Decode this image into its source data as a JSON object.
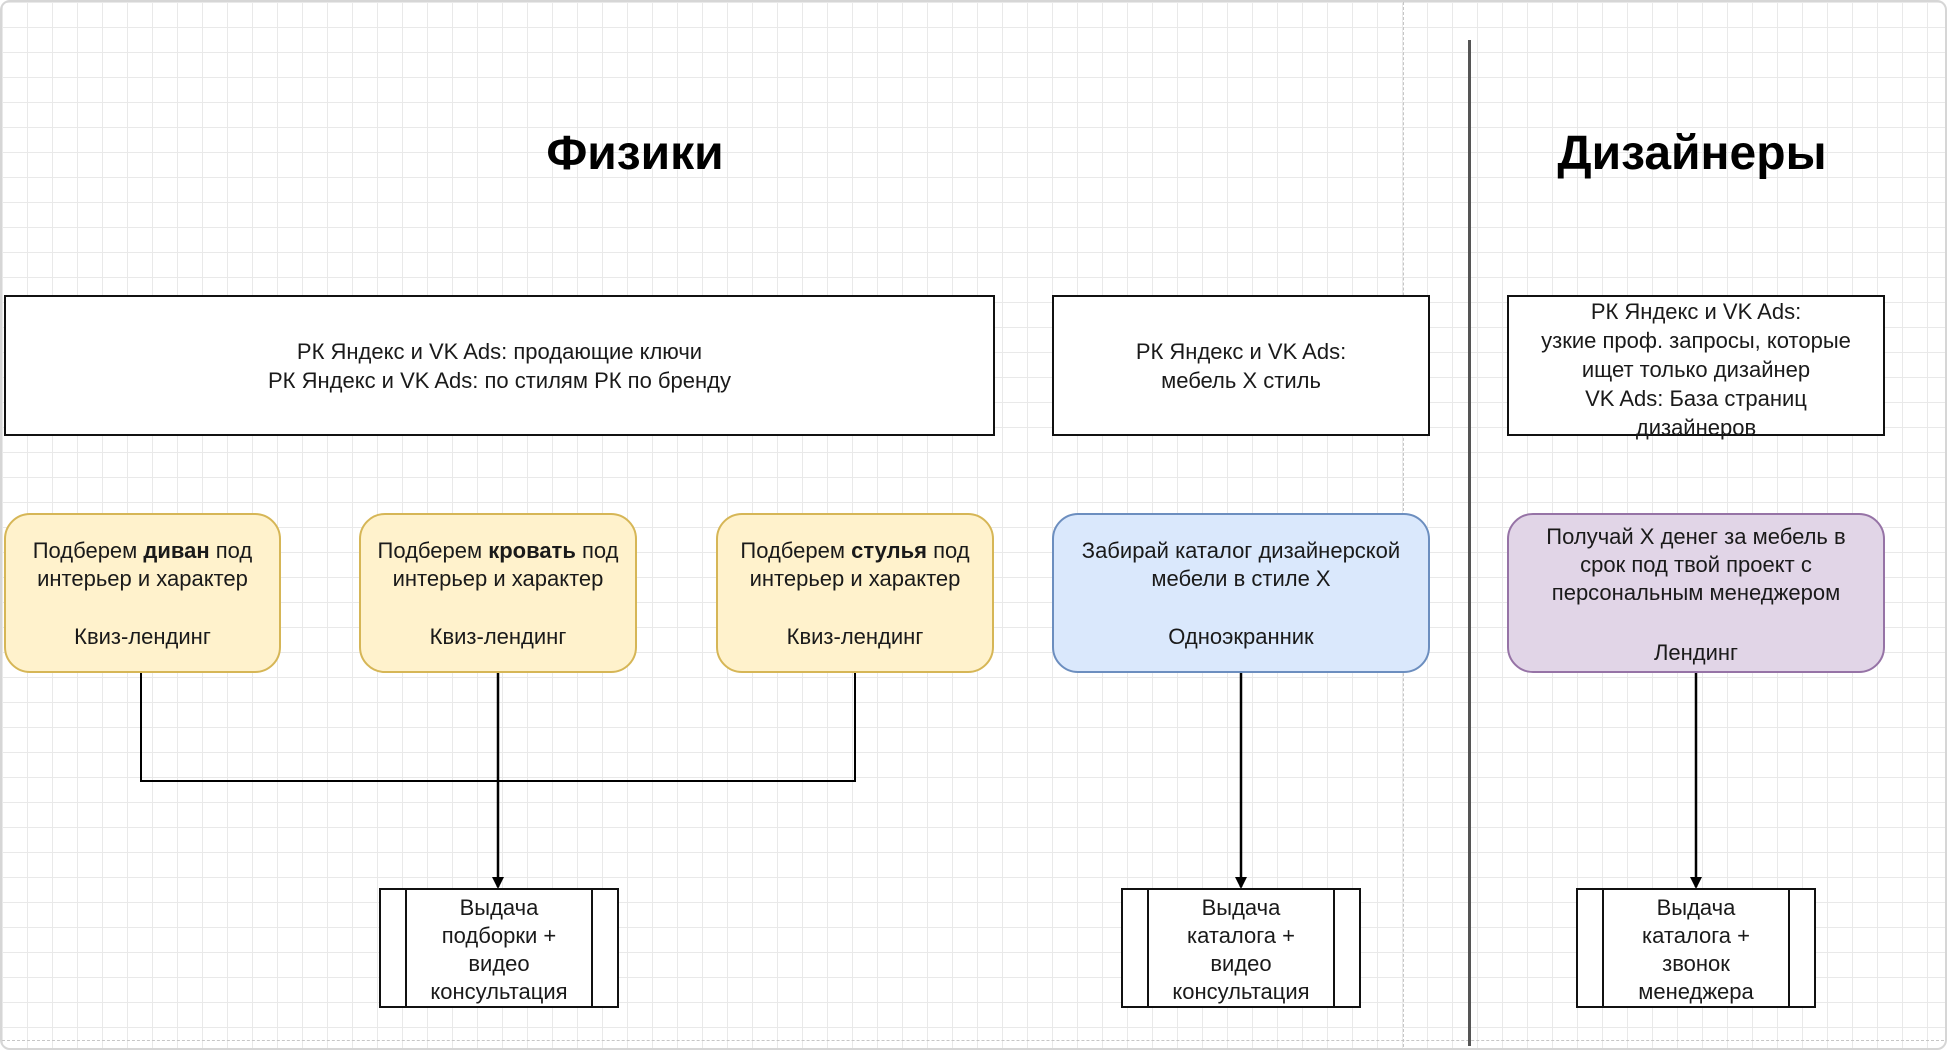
{
  "sections": {
    "physicals_title": "Физики",
    "designers_title": "Дизайнеры"
  },
  "campaigns": {
    "main": "РК Яндекс и VK Ads: продающие ключи\nРК Яндекс и VK Ads:  по стилям РК по бренду",
    "style": "РК Яндекс и VK Ads:\nмебель X стиль",
    "designers": "РК Яндекс и VK Ads:\nузкие проф. запросы, которые\nищет только дизайнер\nVK Ads: База страниц\nдизайнеров"
  },
  "landings": {
    "sofa": {
      "prefix": "Подберем ",
      "bold": "диван",
      "suffix": " под",
      "line2": "интерьер и характер",
      "type": "Квиз-лендинг"
    },
    "bed": {
      "prefix": "Подберем ",
      "bold": "кровать",
      "suffix": " под",
      "line2": "интерьер и характер",
      "type": "Квиз-лендинг"
    },
    "chairs": {
      "prefix": "Подберем ",
      "bold": "стулья",
      "suffix": " под",
      "line2": "интерьер и характер",
      "type": "Квиз-лендинг"
    },
    "catalog": {
      "line1": "Забирай каталог дизайнерской",
      "line2": "мебели в стиле X",
      "type": "Одноэкранник"
    },
    "designer": {
      "line1": "Получай X денег за мебель в",
      "line2": "срок под твой проект с",
      "line3": "персональным менеджером",
      "type": "Лендинг"
    }
  },
  "outcomes": {
    "selection": "Выдача\nподборки +\nвидео\nконсультация",
    "catalog_video": "Выдача\nкаталога +\nвидео\nконсультация",
    "catalog_call": "Выдача\nкаталога +\nзвонок\nменеджера"
  },
  "colors": {
    "yellow_fill": "#fff2cc",
    "yellow_stroke": "#d6b656",
    "blue_fill": "#dae8fc",
    "blue_stroke": "#6c8ebf",
    "purple_fill": "#e1d5e7",
    "purple_stroke": "#9673a6"
  }
}
